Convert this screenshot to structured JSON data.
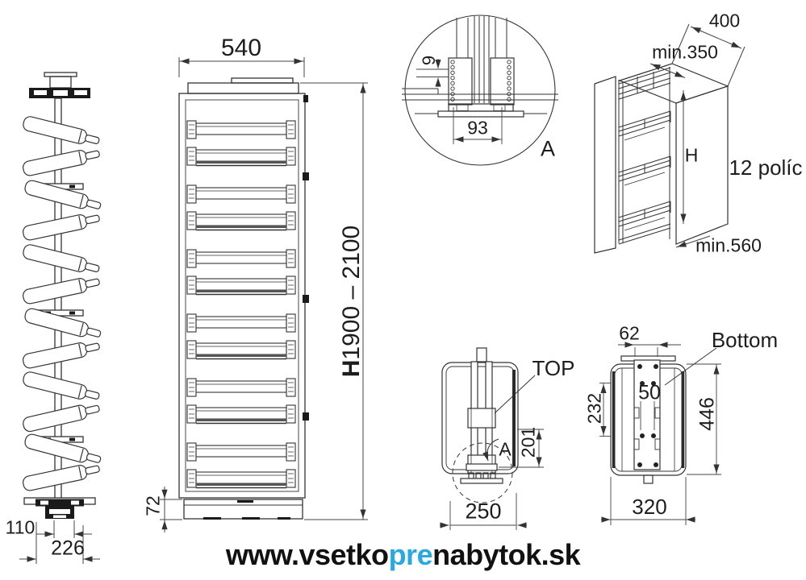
{
  "colors": {
    "line": "#333333",
    "fill_black": "#1a1a1a",
    "accent_blue": "#29a9e1"
  },
  "views": {
    "spiral": {
      "dims": {
        "base_inner": "110",
        "base_outer": "226"
      }
    },
    "front": {
      "dims": {
        "width": "540",
        "height_prefix": "H",
        "height_range": "1900 – 2100",
        "base_height": "72"
      }
    },
    "detail_a": {
      "letter": "A",
      "dims": {
        "gap": "9",
        "base_width": "93"
      }
    },
    "iso": {
      "shelf_note": "12 políc",
      "dims": {
        "depth": "400",
        "inner_depth": "min.350",
        "height": "H",
        "min_clearance": "min.560"
      }
    },
    "top": {
      "label": "TOP",
      "detail_ref": "A",
      "dims": {
        "mech_length": "201",
        "swing_width": "250"
      }
    },
    "bottom": {
      "label": "Bottom",
      "dims": {
        "plate_width": "62",
        "slot_spacing": "50",
        "hole_span": "232",
        "frame_length": "446",
        "width": "320"
      }
    }
  },
  "footer": {
    "url_prefix": "www.vsetko",
    "url_highlight": "pre",
    "url_suffix": "nabytok.sk"
  }
}
